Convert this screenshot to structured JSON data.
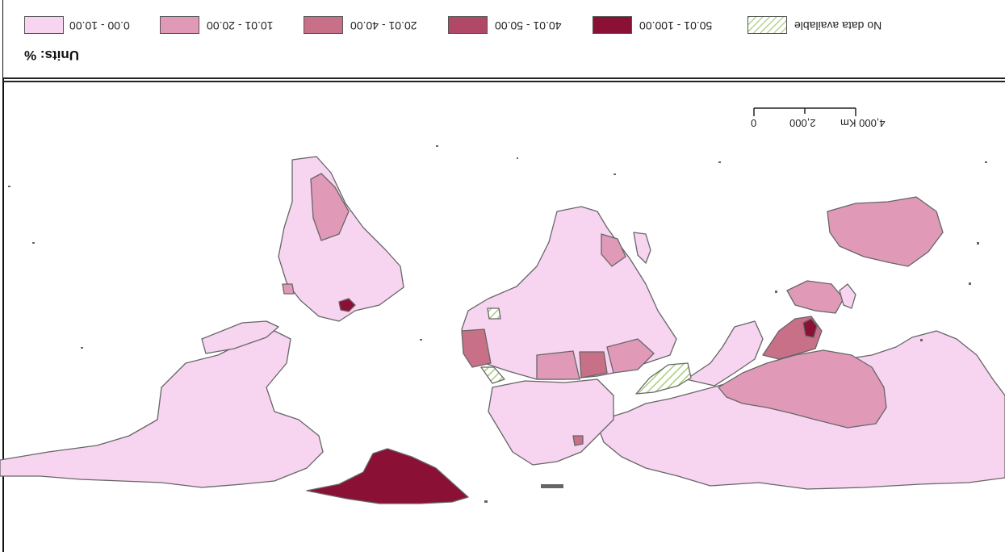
{
  "legend": {
    "units_title": "Units: %",
    "items": [
      {
        "label": "0.00 - 10.00",
        "color": "#f7d4f0"
      },
      {
        "label": "10.01 - 20.00",
        "color": "#e09ab8"
      },
      {
        "label": "20.01 - 40.00",
        "color": "#c87088"
      },
      {
        "label": "40.01 - 50.00",
        "color": "#b04868"
      },
      {
        "label": "50.01 - 100.00",
        "color": "#8a1035"
      },
      {
        "label": "No data available",
        "color": "#b8d88a",
        "pattern": "hatched"
      }
    ]
  },
  "scale_bar": {
    "labels": [
      "0",
      "2,000",
      "4,000 Km"
    ]
  },
  "map": {
    "orientation": "rotated-180",
    "border_color": "#666666",
    "background": "#ffffff"
  }
}
